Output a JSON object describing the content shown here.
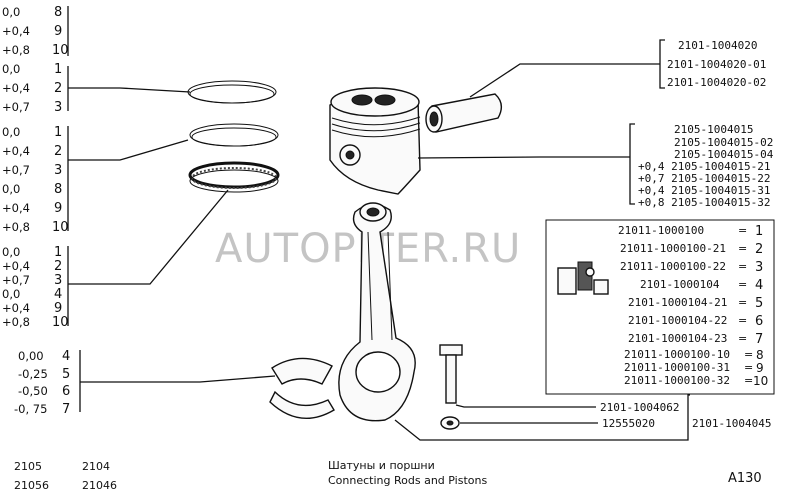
{
  "watermark": "AUTOPITER.RU",
  "ring_set_1": {
    "sizes": [
      "0,0",
      "+0,4",
      "+0,8",
      "0,0",
      "+0,4",
      "+0,7"
    ],
    "numbers": [
      "8",
      "9",
      "10",
      "1",
      "2",
      "3"
    ]
  },
  "ring_set_2": {
    "sizes": [
      "0,0",
      "+0,4",
      "+0,7",
      "0,0",
      "+0,4",
      "+0,8"
    ],
    "numbers": [
      "1",
      "2",
      "3",
      "8",
      "9",
      "10"
    ]
  },
  "ring_set_3": {
    "sizes": [
      "0,0",
      "+0,4",
      "+0,7",
      "0,0",
      "+0,4",
      "+0,8"
    ],
    "numbers": [
      "1",
      "2",
      "3",
      "4",
      "9",
      "10"
    ]
  },
  "bearing_sizes": {
    "sizes": [
      "0,00",
      "-0,25",
      "-0,50",
      "-0, 75"
    ],
    "numbers": [
      "4",
      "5",
      "6",
      "7"
    ]
  },
  "pin_parts": [
    "2101-1004020",
    "2101-1004020-01",
    "2101-1004020-02"
  ],
  "piston_parts": [
    "2105-1004015",
    "2105-1004015-02",
    "2105-1004015-04",
    "+0,4 2105-1004015-21",
    "+0,7 2105-1004015-22",
    "+0,4 2105-1004015-31",
    "+0,8 2105-1004015-32"
  ],
  "kit_table": {
    "parts": [
      "21011-1000100",
      "21011-1000100-21",
      "21011-1000100-22",
      "2101-1000104",
      "2101-1000104-21",
      "2101-1000104-22",
      "2101-1000104-23",
      "21011-1000100-10",
      "21011-1000100-31",
      "21011-1000100-32"
    ],
    "numbers": [
      "1",
      "2",
      "3",
      "4",
      "5",
      "6",
      "7",
      "8",
      "9",
      "10"
    ]
  },
  "bolt_part": "2101-1004062",
  "nut_part": "12555020",
  "rod_part": "2101-1004045",
  "footer": {
    "models_row1": [
      "2105",
      "2104"
    ],
    "models_row2": [
      "21056",
      "21046"
    ],
    "title_ru": "Шатуны и поршни",
    "title_en": "Connecting Rods and Pistons",
    "page": "A130"
  }
}
